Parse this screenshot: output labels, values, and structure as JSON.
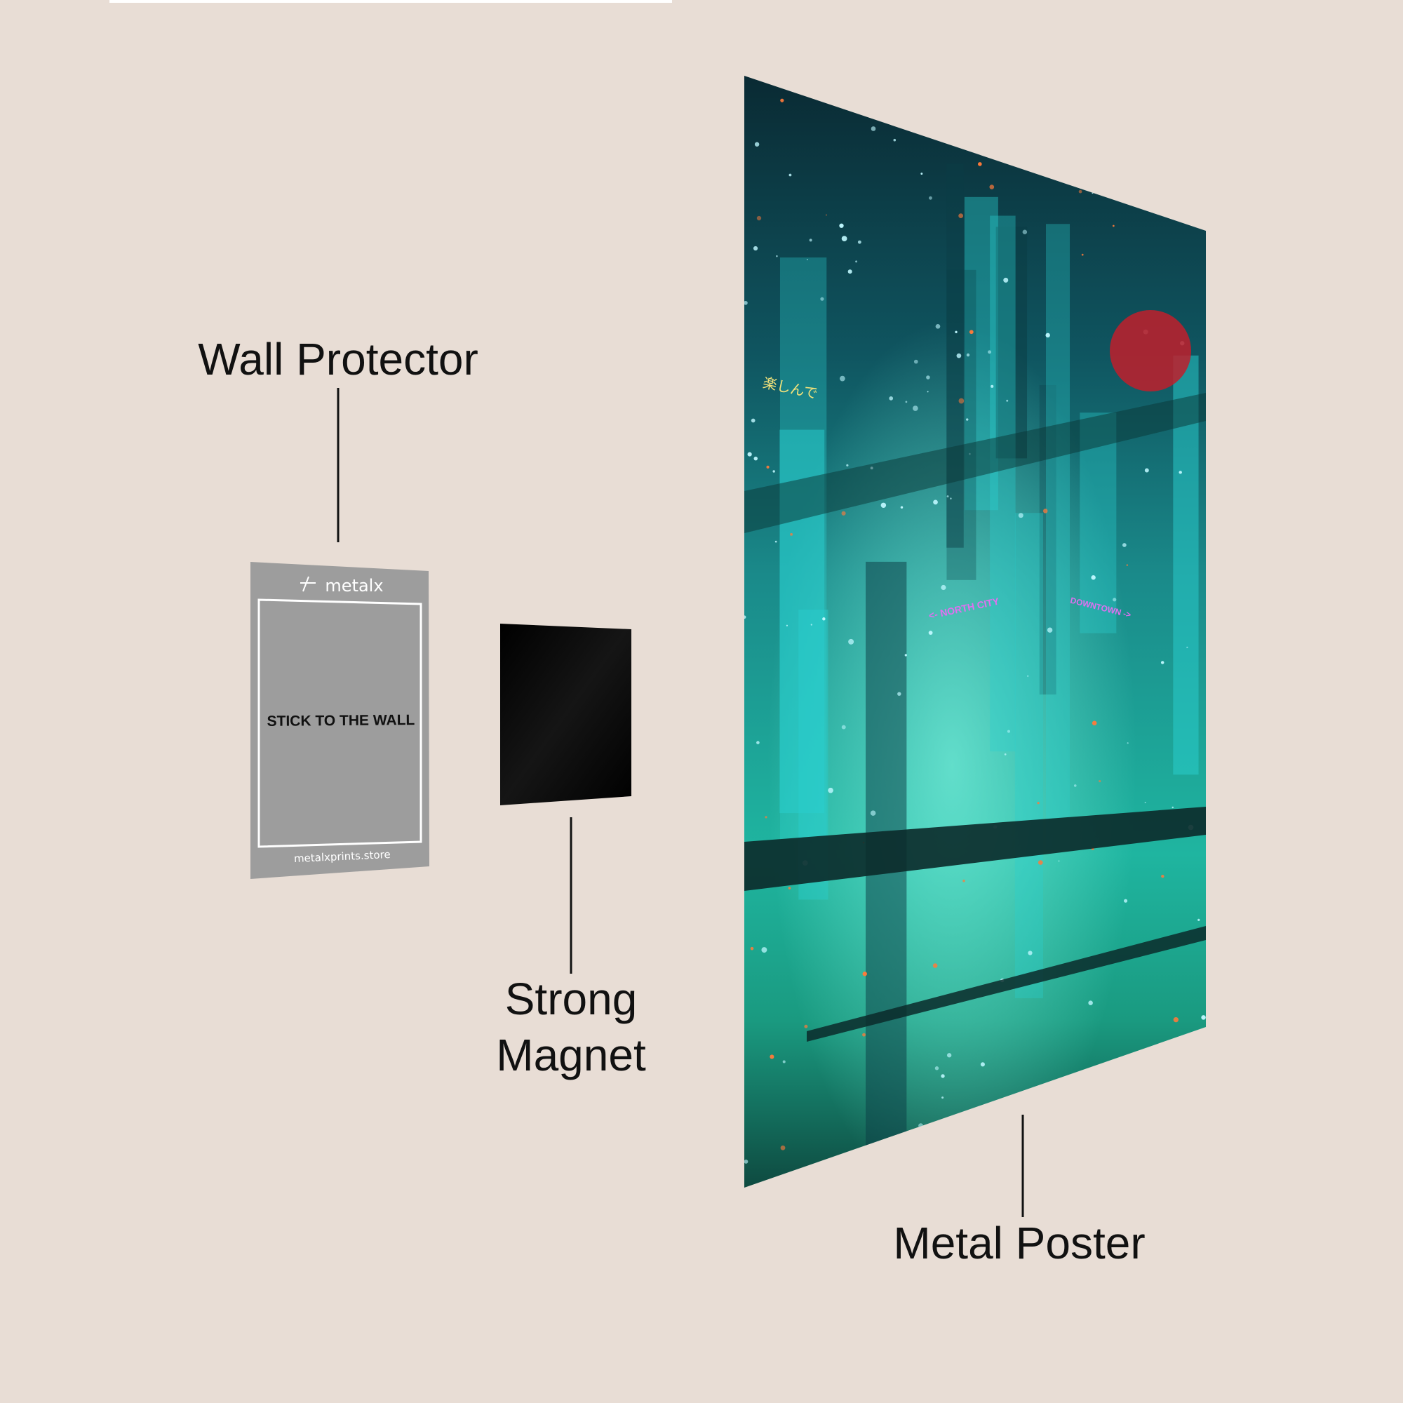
{
  "colors": {
    "background": "#e8ddd5",
    "protector": "#9d9d9d",
    "magnet": "#050505",
    "poster_teal": "#1fc2b4",
    "poster_dark": "#0a2a33",
    "sign_pink": "#e070f0"
  },
  "labels": {
    "wall_protector": "Wall Protector",
    "strong_magnet_line1": "Strong",
    "strong_magnet_line2": "Magnet",
    "metal_poster": "Metal Poster"
  },
  "protector": {
    "logo": "metalx",
    "center_text": "STICK TO THE WALL",
    "footer_text": "metalxprints.store"
  },
  "poster": {
    "sign_left": "<- NORTH CITY",
    "sign_right": "DOWNTOWN ->",
    "sign_kanji": "楽しんで"
  }
}
